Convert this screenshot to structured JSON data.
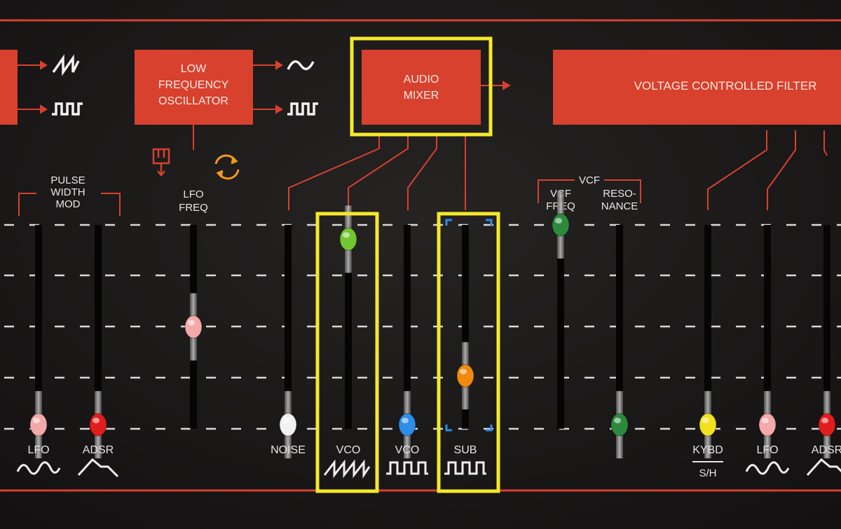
{
  "panel": {
    "blocks": {
      "lfo": "LOW\nFREQUENCY\nOSCILLATOR",
      "mixer": "AUDIO\nMIXER",
      "vcf": "VOLTAGE CONTROLLED FILTER"
    },
    "headers": {
      "pwm": "PULSE\nWIDTH\nMOD",
      "lfo_freq": "LFO\nFREQ",
      "vcf_group": "VCF",
      "vcf_freq": "VCF\nFREQ",
      "resonance": "RESO-\nNANCE"
    }
  },
  "sliders": [
    {
      "id": "pwm-lfo",
      "label": "LFO",
      "wave": "triangle-icon",
      "level": 0.02,
      "color": "#f3a9a9"
    },
    {
      "id": "pwm-adsr",
      "label": "ADSR",
      "wave": "envelope-icon",
      "level": 0.02,
      "color": "#e21d1d"
    },
    {
      "id": "lfo-freq",
      "label": "",
      "wave": "",
      "level": 0.5,
      "color": "#f3a9a9"
    },
    {
      "id": "noise",
      "label": "NOISE",
      "wave": "",
      "level": 0.02,
      "color": "#f2f2f2"
    },
    {
      "id": "vco-saw",
      "label": "VCO",
      "wave": "sawtooth-icon",
      "level": 0.93,
      "color": "#72c631"
    },
    {
      "id": "vco-square",
      "label": "VCO",
      "wave": "square-wave-icon",
      "level": 0.02,
      "color": "#2e8de6"
    },
    {
      "id": "sub",
      "label": "SUB",
      "wave": "square-wave-icon",
      "level": 0.26,
      "color": "#f08a0e"
    },
    {
      "id": "vcf-freq",
      "label": "",
      "wave": "",
      "level": 1.0,
      "color": "#2d8a3c"
    },
    {
      "id": "resonance",
      "label": "",
      "wave": "",
      "level": 0.02,
      "color": "#2d8a3c"
    },
    {
      "id": "kybd",
      "label": "KYBD",
      "sublabel": "S/H",
      "wave": "",
      "level": 0.02,
      "color": "#f2e21c"
    },
    {
      "id": "env-lfo",
      "label": "LFO",
      "wave": "triangle-icon",
      "level": 0.02,
      "color": "#f3a9a9"
    },
    {
      "id": "env-adsr",
      "label": "ADSR",
      "wave": "envelope-icon",
      "level": 0.02,
      "color": "#e21d1d"
    }
  ],
  "icons": [
    "sawtooth-icon",
    "square-wave-icon",
    "sine-wave-icon",
    "keyboard-icon",
    "sync-icon",
    "triangle-icon",
    "envelope-icon"
  ],
  "highlight_color": "#f5e92a",
  "accent_color": "#d7412e"
}
